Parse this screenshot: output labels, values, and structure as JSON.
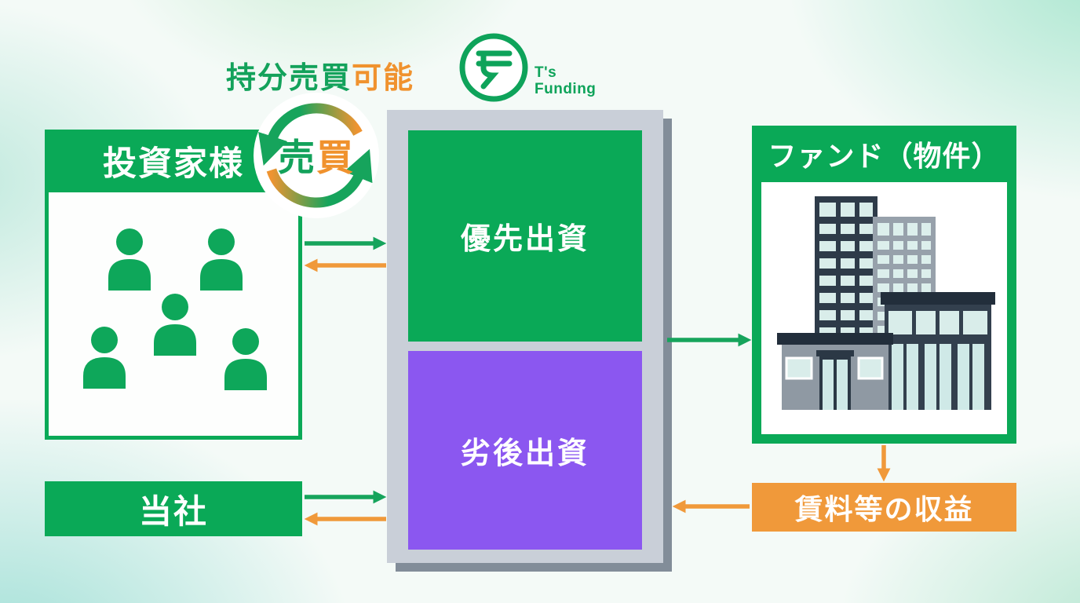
{
  "palette": {
    "green": "#0aa957",
    "orange": "#f0993a",
    "purple": "#8b57f0",
    "panel_gray": "#c9cfd8",
    "shadow_gray": "#828d99",
    "building_navy": "#2e3b49",
    "building_gray": "#929ca6",
    "glass": "#d9edea",
    "background_mint": "#bfe9dd"
  },
  "logo": {
    "icon": "rupee-circle-icon",
    "line1": "T's",
    "line2": "Funding"
  },
  "header_note": {
    "green_part": "持分売買",
    "orange_part": "可能"
  },
  "trade_cycle": {
    "icon": "cycle-arrows-icon",
    "sell": "売",
    "buy": "買"
  },
  "investors_box": {
    "title": "投資家様",
    "icon": "people-group-icon",
    "people_count": 5
  },
  "company_box": {
    "title": "当社"
  },
  "central_panel": {
    "priority_label": "優先出資",
    "subordinate_label": "劣後出資"
  },
  "fund_box": {
    "title": "ファンド（物件）",
    "icon": "buildings-illustration"
  },
  "revenue_box": {
    "label": "賃料等の収益"
  }
}
